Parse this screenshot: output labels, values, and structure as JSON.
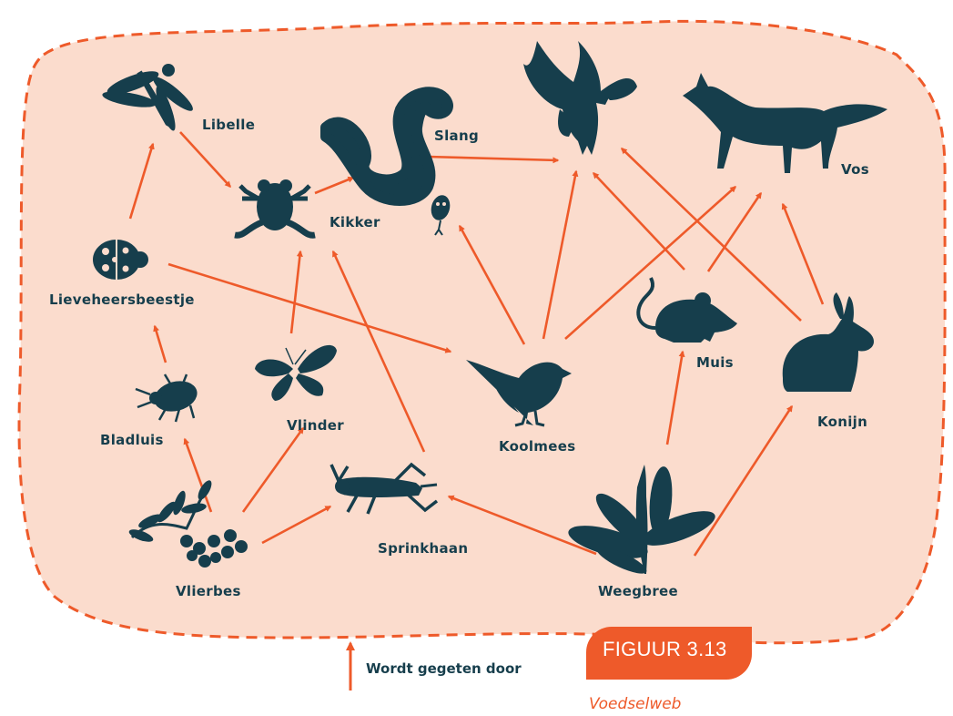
{
  "organisms": {
    "libelle": "Libelle",
    "kikker": "Kikker",
    "slang": "Slang",
    "vos": "Vos",
    "lieveheersbeestje": "Lieveheersbeestje",
    "muis": "Muis",
    "konijn": "Konijn",
    "bladluis": "Bladluis",
    "vlinder": "Vlinder",
    "koolmees": "Koolmees",
    "sprinkhaan": "Sprinkhaan",
    "vlierbes": "Vlierbes",
    "weegbree": "Weegbree",
    "arend": ""
  },
  "links": [
    {
      "from": "vlierbes",
      "to": "bladluis"
    },
    {
      "from": "vlierbes",
      "to": "vlinder"
    },
    {
      "from": "vlierbes",
      "to": "sprinkhaan"
    },
    {
      "from": "bladluis",
      "to": "lieveheersbeestje"
    },
    {
      "from": "lieveheersbeestje",
      "to": "libelle"
    },
    {
      "from": "lieveheersbeestje",
      "to": "koolmees"
    },
    {
      "from": "libelle",
      "to": "kikker"
    },
    {
      "from": "vlinder",
      "to": "kikker"
    },
    {
      "from": "sprinkhaan",
      "to": "kikker"
    },
    {
      "from": "kikker",
      "to": "slang"
    },
    {
      "from": "slang",
      "to": "arend"
    },
    {
      "from": "koolmees",
      "to": "slang"
    },
    {
      "from": "koolmees",
      "to": "arend"
    },
    {
      "from": "koolmees",
      "to": "vos"
    },
    {
      "from": "weegbree",
      "to": "sprinkhaan"
    },
    {
      "from": "weegbree",
      "to": "muis"
    },
    {
      "from": "weegbree",
      "to": "konijn"
    },
    {
      "from": "muis",
      "to": "arend"
    },
    {
      "from": "muis",
      "to": "vos"
    },
    {
      "from": "konijn",
      "to": "arend"
    },
    {
      "from": "konijn",
      "to": "vos"
    }
  ],
  "legend": {
    "arrow_meaning": "Wordt gegeten door"
  },
  "figure": {
    "number": "FIGUUR 3.13",
    "caption": "Voedselweb"
  },
  "colors": {
    "background_blob": "#fbdccd",
    "border_dash": "#ee5a2a",
    "arrow": "#ee5a2a",
    "silhouette": "#163e4c",
    "figure_tag": "#ee5a2a"
  },
  "icons": {
    "libelle": "dragonfly-icon",
    "kikker": "frog-icon",
    "slang": "snake-icon",
    "arend": "eagle-icon",
    "vos": "fox-icon",
    "lieveheersbeestje": "ladybug-icon",
    "muis": "mouse-icon",
    "konijn": "rabbit-icon",
    "bladluis": "aphid-icon",
    "vlinder": "butterfly-icon",
    "koolmees": "bird-icon",
    "sprinkhaan": "grasshopper-icon",
    "vlierbes": "elderberry-icon",
    "weegbree": "plantain-icon"
  }
}
